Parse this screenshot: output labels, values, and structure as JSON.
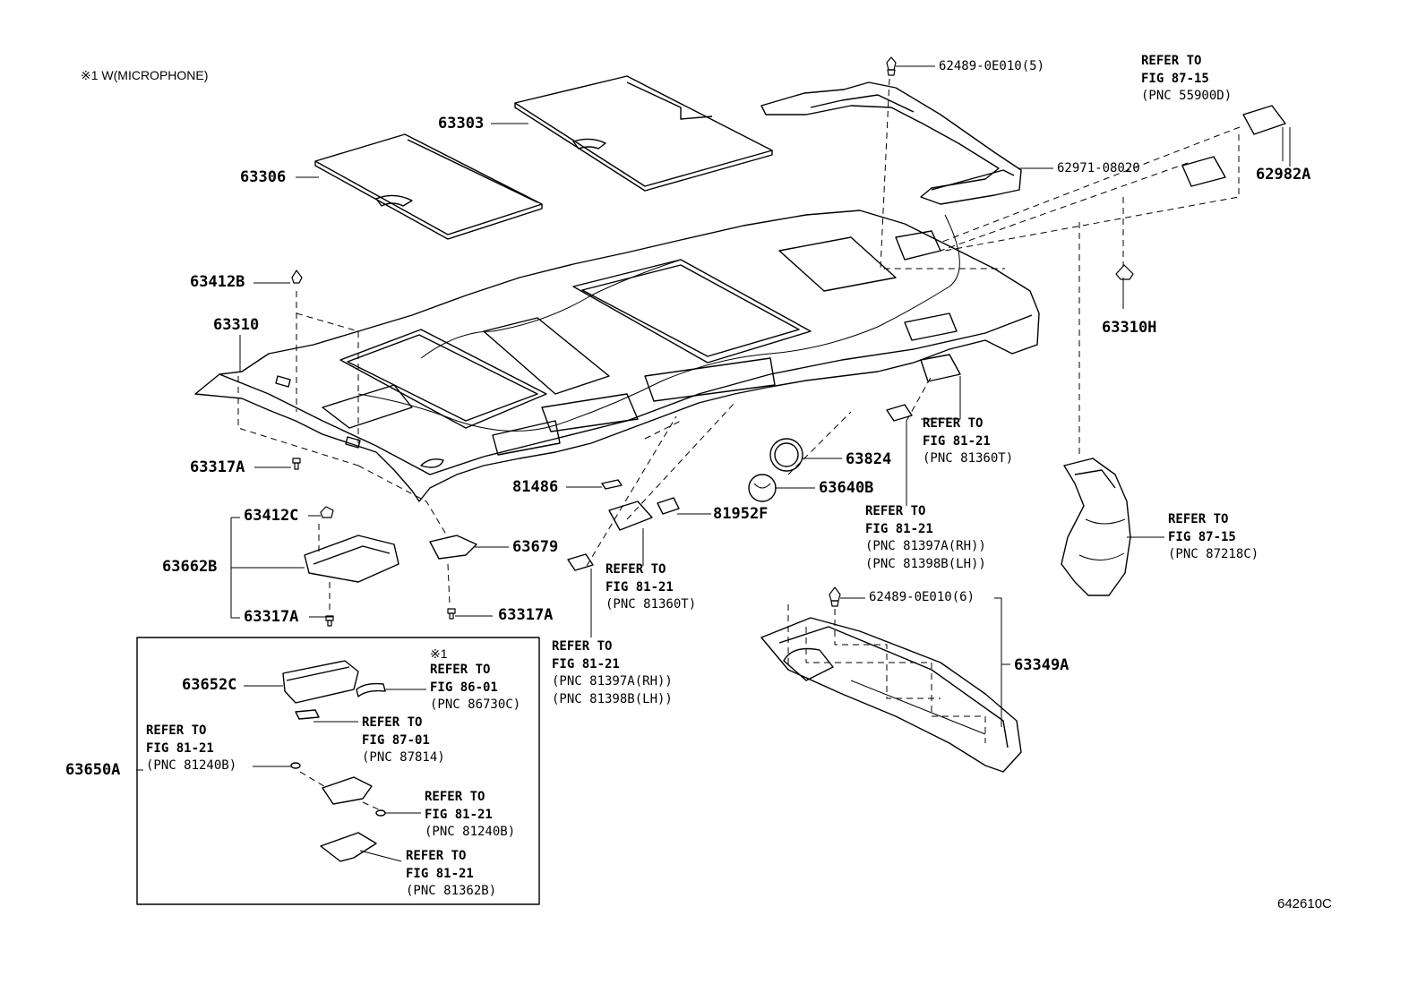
{
  "note": "※1 W(MICROPHONE)",
  "figure_code": "642610C",
  "parts": {
    "p62489_5": "62489-0E010(5)",
    "p62971": "62971-08020",
    "p62982A": "62982A",
    "p63303": "63303",
    "p63306": "63306",
    "p63412B": "63412B",
    "p63310": "63310",
    "p63310H": "63310H",
    "p63317A_1": "63317A",
    "p63412C": "63412C",
    "p63662B": "63662B",
    "p63317A_2": "63317A",
    "p63679": "63679",
    "p63317A_3": "63317A",
    "p81486": "81486",
    "p81952F": "81952F",
    "p63824": "63824",
    "p63640B": "63640B",
    "p62489_6": "62489-0E010(6)",
    "p63349A": "63349A",
    "p63652C": "63652C",
    "p63650A": "63650A",
    "mark": "※1"
  },
  "refs": {
    "r1": {
      "line1": "REFER TO",
      "line2": "FIG 87-15",
      "line3": "(PNC 55900D)"
    },
    "r2": {
      "line1": "REFER TO",
      "line2": "FIG 81-21",
      "line3": "(PNC 81360T)"
    },
    "r3": {
      "line1": "REFER TO",
      "line2": "FIG 81-21",
      "line3": "(PNC 81397A(RH))",
      "line4": "(PNC 81398B(LH))"
    },
    "r4": {
      "line1": "REFER TO",
      "line2": "FIG 87-15",
      "line3": "(PNC 87218C)"
    },
    "r5": {
      "line1": "REFER TO",
      "line2": "FIG 81-21",
      "line3": "(PNC 81360T)"
    },
    "r6": {
      "line1": "REFER TO",
      "line2": "FIG 81-21",
      "line3": "(PNC 81397A(RH))",
      "line4": "(PNC 81398B(LH))"
    },
    "r7": {
      "line1": "REFER TO",
      "line2": "FIG 86-01",
      "line3": "(PNC 86730C)"
    },
    "r8": {
      "line1": "REFER TO",
      "line2": "FIG 87-01",
      "line3": "(PNC 87814)"
    },
    "r9": {
      "line1": "REFER TO",
      "line2": "FIG 81-21",
      "line3": "(PNC 81240B)"
    },
    "r10": {
      "line1": "REFER TO",
      "line2": "FIG 81-21",
      "line3": "(PNC 81240B)"
    },
    "r11": {
      "line1": "REFER TO",
      "line2": "FIG 81-21",
      "line3": "(PNC 81362B)"
    }
  }
}
